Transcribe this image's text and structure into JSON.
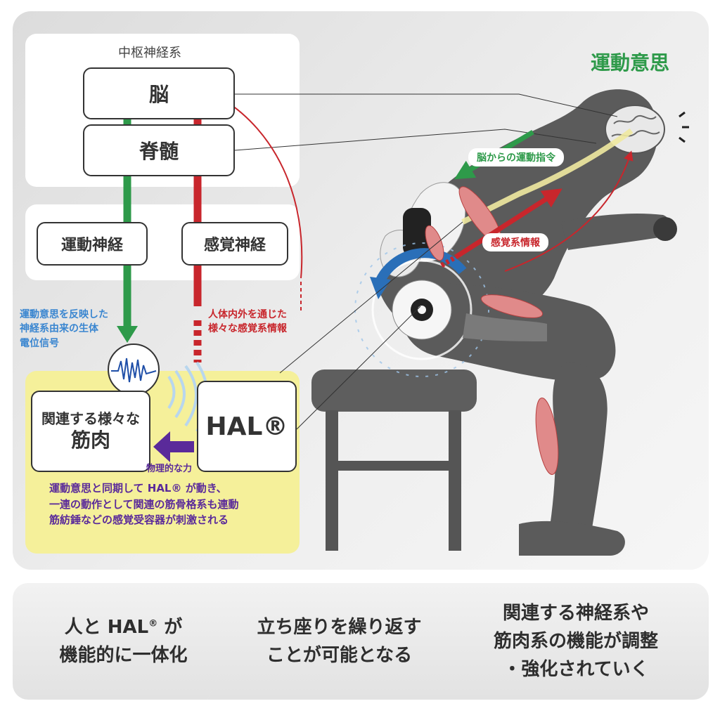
{
  "labels": {
    "cns": "中枢神経系",
    "brain": "脳",
    "spinal_cord": "脊髄",
    "motor_nerve": "運動神経",
    "sensory_nerve": "感覚神経",
    "bioelectric": "運動意思を反映した\n神経系由来の生体\n電位信号",
    "sensory_info_body": "人体内外を通じた\n様々な感覚系情報",
    "muscle_line1": "関連する様々な",
    "muscle_line2": "筋肉",
    "hal": "HAL®",
    "physical_force": "物理的な力",
    "sync_note": "運動意思と同期して HAL® が動き、\n一連の動作として関連の筋骨格系も連動\n筋紡錘などの感覚受容器が刺激される",
    "motor_intent": "運動意思",
    "brain_command": "脳からの運動指令",
    "sensory_system_info": "感覚系情報"
  },
  "steps": [
    {
      "line1": "人と HAL",
      "sup": "®",
      "line1_end": " が",
      "line2": "機能的に一体化"
    },
    {
      "text": "立ち座りを繰り返す\nことが可能となる"
    },
    {
      "text": "関連する神経系や\n筋肉系の機能が調整\n・強化されていく"
    }
  ],
  "colors": {
    "motor": "#2e9a4a",
    "sensory": "#c8262c",
    "bio_text": "#3a86d0",
    "purple": "#5a2a9a",
    "yellow_bg": "#f5f09a"
  }
}
